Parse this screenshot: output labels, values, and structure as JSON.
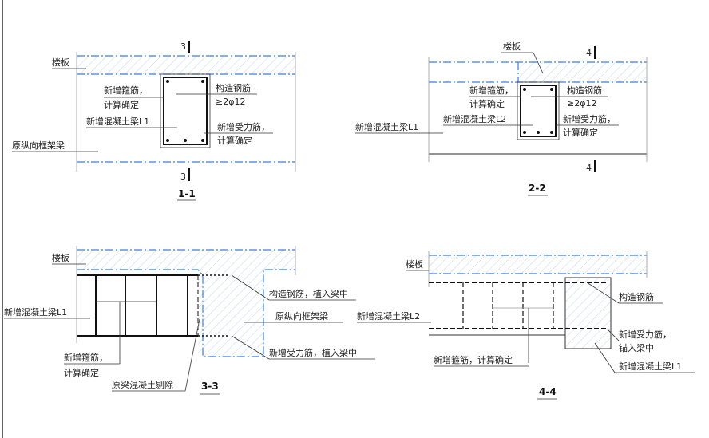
{
  "section_1_1": {
    "title": "1-1",
    "cut_mark": "3",
    "labels": {
      "slab": "楼板",
      "stirrup_1": "新增箍筋，",
      "stirrup_2": "计算确定",
      "new_beam": "新增混凝土梁L1",
      "orig_beam": "原纵向框架梁",
      "constr_bar_1": "构造钢筋",
      "constr_bar_2": "≥2φ12",
      "main_bar_1": "新增受力筋，",
      "main_bar_2": "计算确定"
    }
  },
  "section_2_2": {
    "title": "2-2",
    "cut_mark": "4",
    "labels": {
      "slab": "楼板",
      "stirrup_1": "新增箍筋，",
      "stirrup_2": "计算确定",
      "new_beam_l2": "新增混凝土梁L2",
      "new_beam_l1": "新增混凝土梁L1",
      "constr_bar_1": "构造钢筋",
      "constr_bar_2": "≥2φ12",
      "main_bar_1": "新增受力筋，",
      "main_bar_2": "计算确定"
    }
  },
  "section_3_3": {
    "title": "3-3",
    "labels": {
      "slab": "楼板",
      "new_beam": "新增混凝土梁L1",
      "stirrup_1": "新增箍筋，",
      "stirrup_2": "计算确定",
      "remove": "原梁混凝土剔除",
      "constr_bar": "构造钢筋，植入梁中",
      "orig_beam": "原纵向框架梁",
      "main_bar": "新增受力筋，植入梁中"
    }
  },
  "section_4_4": {
    "title": "4-4",
    "labels": {
      "slab": "楼板",
      "new_beam_l2": "新增混凝土梁L2",
      "stirrup": "新增箍筋，计算确定",
      "constr_bar": "构造钢筋",
      "main_bar_1": "新增受力筋，",
      "main_bar_2": "锚入梁中",
      "new_beam_l1": "新增混凝土梁L1"
    }
  }
}
